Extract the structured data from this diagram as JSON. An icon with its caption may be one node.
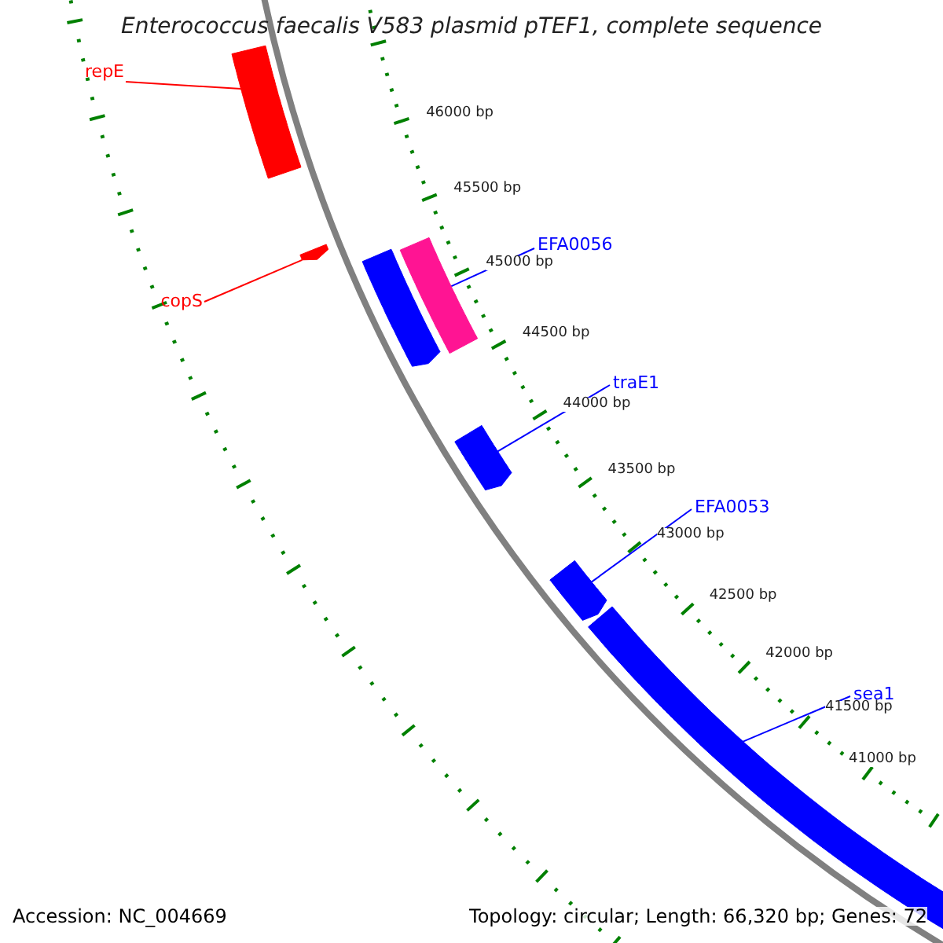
{
  "diagram": {
    "title": "Enterococcus faecalis V583 plasmid pTEF1, complete sequence",
    "nodes": [
      {
        "text": [
          "repE"
        ]
      },
      {
        "text": [],
        "shape": "bar"
      },
      {
        "text": [
          "copS"
        ]
      },
      {
        "text": [],
        "shape": "bar"
      },
      {
        "text": [
          "EFA0056"
        ]
      },
      {
        "text": [],
        "shape": "bar"
      },
      {
        "text": [],
        "shape": "bar"
      },
      {
        "text": [
          "traE1"
        ]
      },
      {
        "text": [],
        "shape": "bar"
      },
      {
        "text": [
          "EFA0053"
        ]
      },
      {
        "text": [],
        "shape": "bar"
      },
      {
        "text": [
          "sea1"
        ]
      },
      {
        "text": [],
        "shape": "bar"
      }
    ],
    "edges": [
      {
        "from": 0,
        "to": 1,
        "arrow": "none",
        "color": "#ff0000"
      },
      {
        "from": 2,
        "to": 3,
        "arrow": "none",
        "color": "#ff0000"
      },
      {
        "from": 4,
        "to": 6,
        "arrow": "none"
      },
      {
        "from": 7,
        "to": 8,
        "arrow": "none"
      },
      {
        "from": 9,
        "to": 10,
        "arrow": "none"
      },
      {
        "from": 11,
        "to": 12,
        "arrow": "none"
      }
    ],
    "labels": [
      "46000 bp",
      "45500 bp",
      "45000 bp",
      "44500 bp",
      "44000 bp",
      "43500 bp",
      "43000 bp",
      "42500 bp",
      "42000 bp",
      "41500 bp",
      "41000 bp",
      "Accession: NC_004669",
      "Topology: circular; Length: 66,320 bp; Genes: 72"
    ]
  }
}
